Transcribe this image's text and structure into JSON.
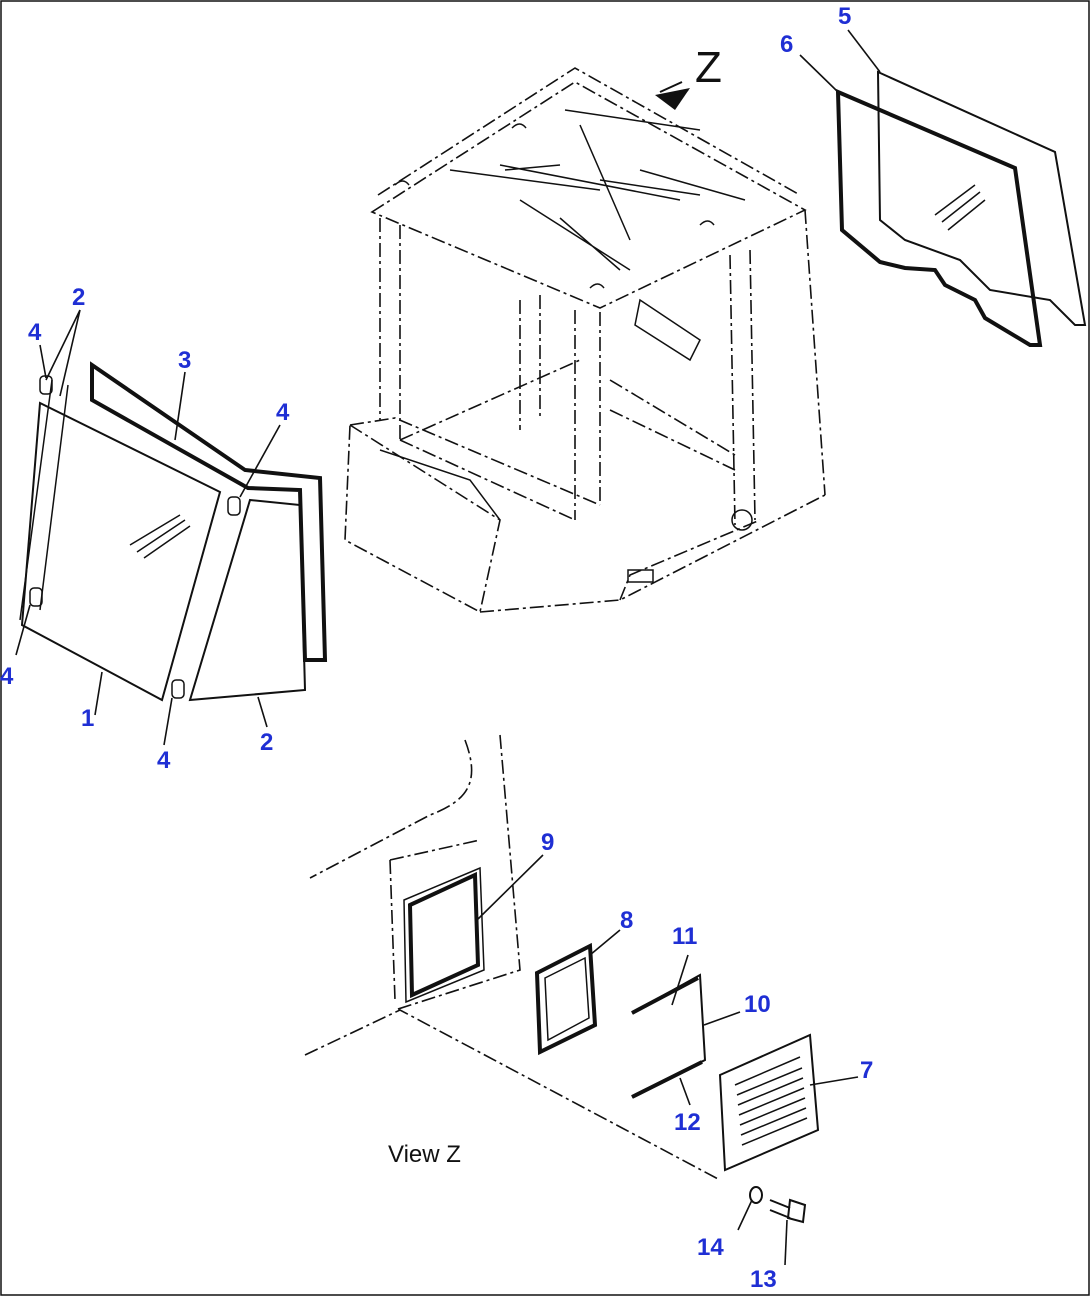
{
  "callouts": {
    "c1": "1",
    "c2a": "2",
    "c2b": "2",
    "c3": "3",
    "c4a": "4",
    "c4b": "4",
    "c4c": "4",
    "c4d": "4",
    "c5": "5",
    "c6": "6",
    "c7": "7",
    "c8": "8",
    "c9": "9",
    "c10": "10",
    "c11": "11",
    "c12": "12",
    "c13": "13",
    "c14": "14"
  },
  "view_marker": "Z",
  "view_caption": "View Z",
  "colors": {
    "callout": "#1f2fd4",
    "line": "#111111",
    "background": "#ffffff"
  }
}
